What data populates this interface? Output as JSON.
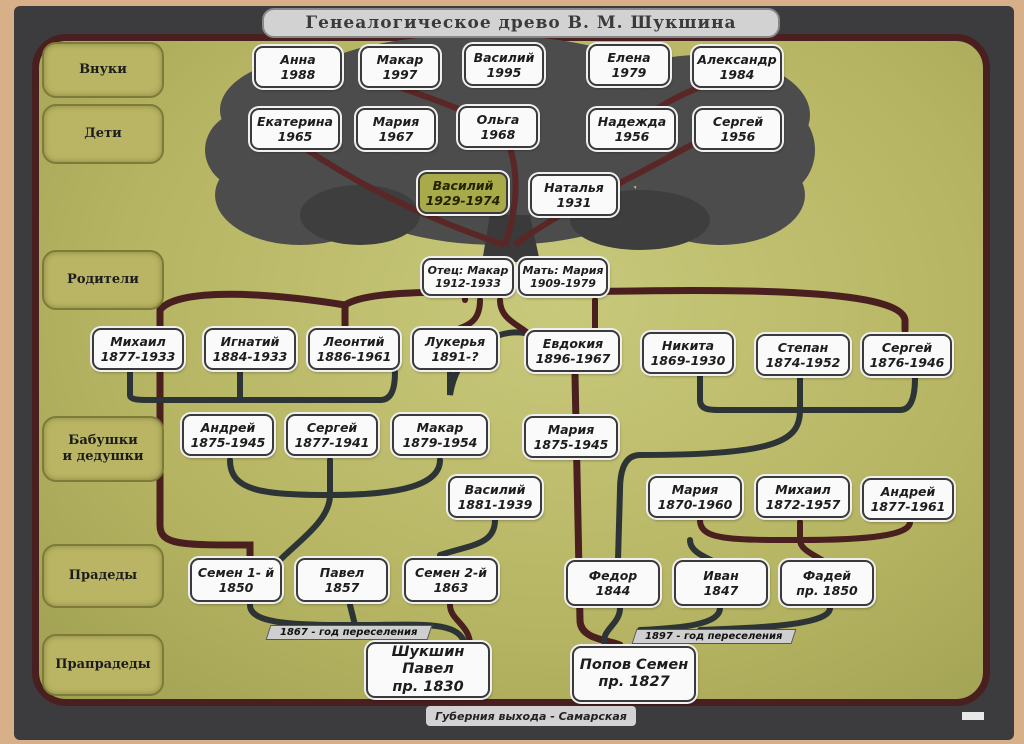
{
  "title": "Генеалогическое древо В. М. Шукшина",
  "footer": "Губерния выхода - Самарская",
  "generations": {
    "grandchildren": "Внуки",
    "children": "Дети",
    "parents": "Родители",
    "grandparents_line1": "Бабушки",
    "grandparents_line2": "и дедушки",
    "great_grandparents": "Прадеды",
    "great_great_grandparents": "Прапрадеды"
  },
  "grandchildren": [
    {
      "name": "Анна",
      "year": "1988"
    },
    {
      "name": "Макар",
      "year": "1997"
    },
    {
      "name": "Василий",
      "year": "1995"
    },
    {
      "name": "Елена",
      "year": "1979"
    },
    {
      "name": "Александр",
      "year": "1984"
    }
  ],
  "children": [
    {
      "name": "Екатерина",
      "year": "1965"
    },
    {
      "name": "Мария",
      "year": "1967"
    },
    {
      "name": "Ольга",
      "year": "1968"
    },
    {
      "name": "Надежда",
      "year": "1956"
    },
    {
      "name": "Сергей",
      "year": "1956"
    }
  ],
  "couple": [
    {
      "name": "Василий",
      "year": "1929-1974"
    },
    {
      "name": "Наталья",
      "year": "1931"
    }
  ],
  "parents": [
    {
      "name": "Отец: Макар",
      "year": "1912-1933"
    },
    {
      "name": "Мать: Мария",
      "year": "1909-1979"
    }
  ],
  "row_uncles": [
    {
      "name": "Михаил",
      "year": "1877-1933"
    },
    {
      "name": "Игнатий",
      "year": "1884-1933"
    },
    {
      "name": "Леонтий",
      "year": "1886-1961"
    },
    {
      "name": "Лукерья",
      "year": "1891-?"
    },
    {
      "name": "Евдокия",
      "year": "1896-1967"
    },
    {
      "name": "Никита",
      "year": "1869-1930"
    },
    {
      "name": "Степан",
      "year": "1874-1952"
    },
    {
      "name": "Сергей",
      "year": "1876-1946"
    }
  ],
  "row_grandparents": [
    {
      "name": "Андрей",
      "year": "1875-1945"
    },
    {
      "name": "Сергей",
      "year": "1877-1941"
    },
    {
      "name": "Макар",
      "year": "1879-1954"
    },
    {
      "name": "Мария",
      "year": "1875-1945"
    }
  ],
  "row_mid": [
    {
      "name": "Василий",
      "year": "1881-1939"
    },
    {
      "name": "Мария",
      "year": "1870-1960"
    },
    {
      "name": "Михаил",
      "year": "1872-1957"
    },
    {
      "name": "Андрей",
      "year": "1877-1961"
    }
  ],
  "great_grandparents": [
    {
      "name": "Семен 1- й",
      "year": "1850"
    },
    {
      "name": "Павел",
      "year": "1857"
    },
    {
      "name": "Семен 2-й",
      "year": "1863"
    },
    {
      "name": "Федор",
      "year": "1844"
    },
    {
      "name": "Иван",
      "year": "1847"
    },
    {
      "name": "Фадей",
      "year": "пр. 1850"
    }
  ],
  "great_great_grandparents": [
    {
      "name": "Шукшин Павел",
      "year": "пр. 1830"
    },
    {
      "name": "Попов Семен",
      "year": "пр. 1827"
    }
  ],
  "notes": {
    "migration_1867": "1867 - год переселения",
    "migration_1897": "1897 - год переселения"
  },
  "colors": {
    "board": "#3c3c3e",
    "field": "#b8b866",
    "line_maroon": "#4a1f1f",
    "line_dark": "#2d3436",
    "tree_crown": "#4c4c4c",
    "highlight": "#a9aa4a"
  }
}
